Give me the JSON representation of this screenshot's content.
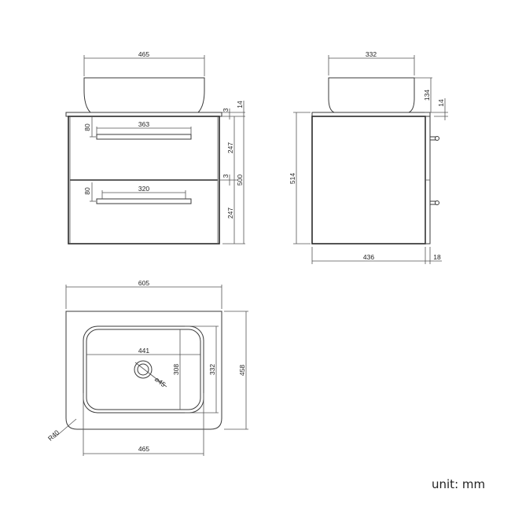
{
  "drawing": {
    "front_view": {
      "basin_width": "465",
      "top_thickness_right": "14",
      "gap_top": "3",
      "gap_middle": "3",
      "drawer_height_top": "247",
      "drawer_height_bottom": "247",
      "total_height": "500",
      "handle_top_width": "363",
      "handle_top_offset": "80",
      "handle_bottom_width": "320",
      "handle_bottom_offset": "80"
    },
    "side_view": {
      "basin_depth": "332",
      "basin_height": "134",
      "top_thickness": "14",
      "total_height": "514",
      "cabinet_depth": "436",
      "front_thickness": "18"
    },
    "top_view": {
      "top_width": "605",
      "top_depth": "458",
      "corner_radius": "R40",
      "basin_outer_width": "465",
      "basin_outer_depth": "332",
      "basin_inner_width": "441",
      "basin_inner_depth": "308",
      "drain_diameter": "⌀45"
    },
    "unit_label": "unit: mm"
  }
}
